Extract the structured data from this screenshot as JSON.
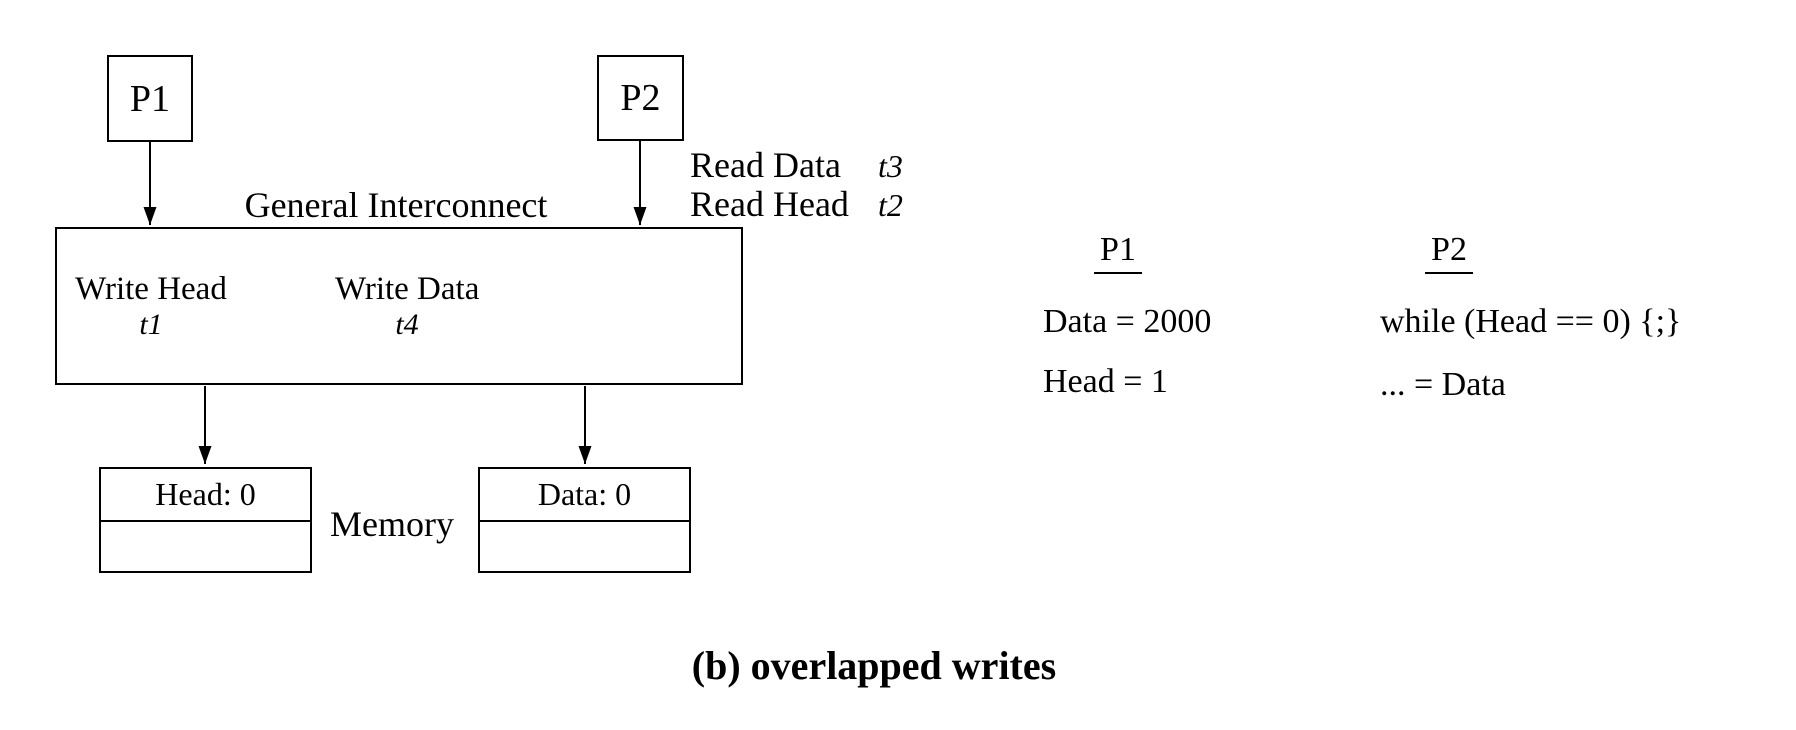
{
  "diagram": {
    "p1_box_label": "P1",
    "p2_box_label": "P2",
    "interconnect_label": "General Interconnect",
    "write_head": {
      "label": "Write Head",
      "time": "t1"
    },
    "write_data": {
      "label": "Write Data",
      "time": "t4"
    },
    "read_ops": [
      {
        "label": "Read Data",
        "time": "t3"
      },
      {
        "label": "Read Head",
        "time": "t2"
      }
    ],
    "memory_label": "Memory",
    "head_cell_value": "Head: 0",
    "data_cell_value": "Data: 0"
  },
  "code": {
    "p1": {
      "header": "P1",
      "lines": [
        "Data = 2000",
        "Head = 1"
      ]
    },
    "p2": {
      "header": "P2",
      "lines": [
        "while (Head == 0) {;}",
        "... = Data"
      ]
    }
  },
  "caption": "(b) overlapped writes",
  "colors": {
    "ink": "#000000",
    "background": "#ffffff"
  }
}
